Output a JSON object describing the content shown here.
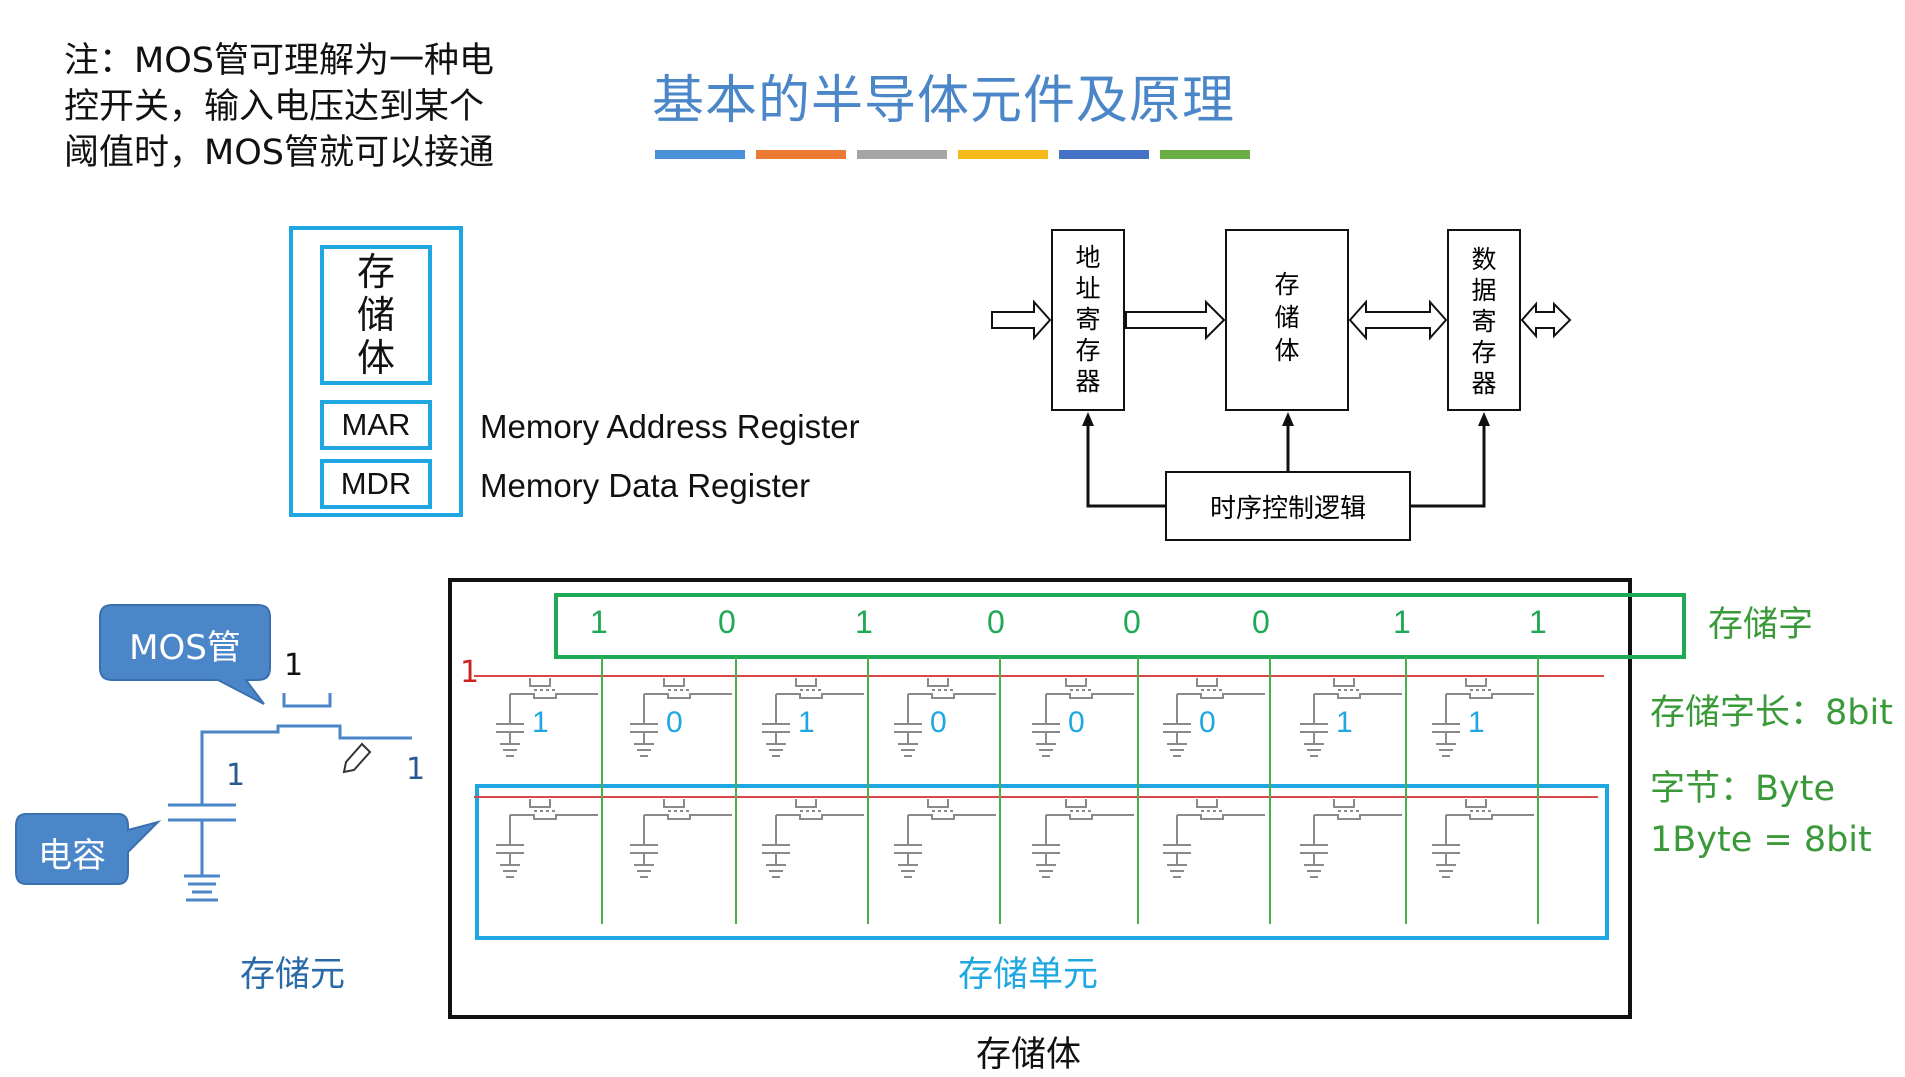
{
  "note": {
    "lines": [
      "注：MOS管可理解为一种电",
      "控开关，输入电压达到某个",
      "阈值时，MOS管就可以接通"
    ]
  },
  "title": "基本的半导体元件及原理",
  "color_bars": [
    "#4a90d9",
    "#ec7a32",
    "#a5a5a5",
    "#f6b91a",
    "#4472c4",
    "#6aad45"
  ],
  "memory_block": {
    "body_label": [
      "存",
      "储",
      "体"
    ],
    "mar_label": "MAR",
    "mdr_label": "MDR",
    "mar_full": "Memory Address Register",
    "mdr_full": "Memory Data Register"
  },
  "block_diagram": {
    "addr_reg": [
      "地",
      "址",
      "寄",
      "存",
      "器"
    ],
    "storage": [
      "存",
      "储",
      "体"
    ],
    "data_reg": [
      "数",
      "据",
      "寄",
      "存",
      "器"
    ],
    "timing": "时序控制逻辑"
  },
  "cell": {
    "mos_bubble": "MOS管",
    "cap_bubble": "电容",
    "gate_value": "1",
    "cap_value": "1",
    "out_value": "1",
    "caption": "存储元"
  },
  "array": {
    "word_bits": [
      "1",
      "0",
      "1",
      "0",
      "0",
      "0",
      "1",
      "1"
    ],
    "row_select": "1",
    "cell_values": [
      "1",
      "0",
      "1",
      "0",
      "0",
      "0",
      "1",
      "1"
    ],
    "unit_caption": "存储单元",
    "body_caption": "存储体"
  },
  "side_labels": {
    "word": "存储字",
    "word_len": "存储字长：8bit",
    "byte": "字节：Byte",
    "byte_eq": "1Byte = 8bit"
  },
  "colors": {
    "title": "#4a86c8",
    "cyan": "#1ea7e1",
    "green": "#3a9a3a",
    "bubble": "#4a86c8",
    "red": "#cc2222"
  }
}
